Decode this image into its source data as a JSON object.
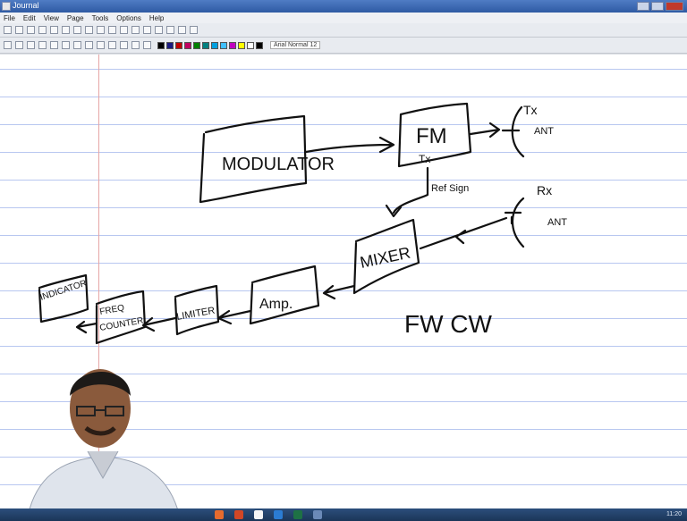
{
  "window": {
    "title": "Journal"
  },
  "menu": [
    "File",
    "Edit",
    "View",
    "Page",
    "Tools",
    "Options",
    "Help"
  ],
  "toolbar": {
    "font_label": "Arial Normal 12",
    "pen_colors": [
      "#000000",
      "#1a1a80",
      "#c00000",
      "#c00060",
      "#008000",
      "#008080",
      "#00a0e0",
      "#40c0ff",
      "#c000c0",
      "#ffff00",
      "#ffffff",
      "#000000"
    ]
  },
  "diagram": {
    "modulator": "MODULATOR",
    "fm": "FM",
    "tx_under_fm": "Tx",
    "tx_antenna": "Tx",
    "ant_top": "ANT",
    "ref_signal": "Ref Sign",
    "rx_antenna": "Rx",
    "ant_bottom": "ANT",
    "mixer": "MIXER",
    "amp": "Amp.",
    "limiter": "LIMITER",
    "freq_counter": "FREQ COUNTER",
    "indicator": "INDICATOR",
    "title": "FW CW"
  },
  "taskbar": {
    "clock": "11:20"
  }
}
